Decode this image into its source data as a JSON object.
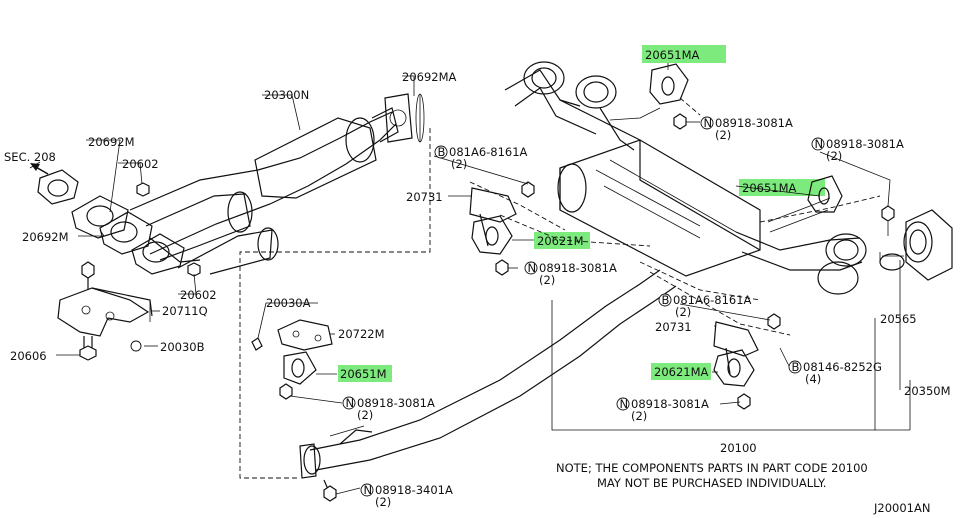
{
  "diagram_id": "J20001AN",
  "note_line1": "NOTE; THE COMPONENTS PARTS IN PART CODE 20100",
  "note_line2": "MAY NOT BE PURCHASED INDIVIDUALLY.",
  "highlight_color": "#7dea7d",
  "labels": {
    "sec208": "SEC. 208",
    "p20692M_a": "20692M",
    "p20692M_b": "20692M",
    "p20602_a": "20602",
    "p20602_b": "20602",
    "p20300N": "20300N",
    "p20692MA": "20692MA",
    "p081A6_a": "081A6-8161A",
    "p081A6_a_qty": "(2)",
    "p20731_a": "20731",
    "p20621M_a": "20621M",
    "p08918_3081A_a": "08918-3081A",
    "p08918_3081A_a_qty": "(2)",
    "p20711Q": "20711Q",
    "p20606": "20606",
    "p20030B": "20030B",
    "p20030A": "20030A",
    "p20722M": "20722M",
    "p20651M": "20651M",
    "p08918_3081A_b": "08918-3081A",
    "p08918_3081A_b_qty": "(2)",
    "p08918_3401A": "08918-3401A",
    "p08918_3401A_qty": "(2)",
    "p20651MA_top": "20651MA",
    "p08918_3081A_top": "08918-3081A",
    "p08918_3081A_top_qty": "(2)",
    "p08918_3081A_right": "08918-3081A",
    "p08918_3081A_right_qty": "(2)",
    "p20651MA_mid": "20651MA",
    "p081A6_b": "081A6-8161A",
    "p081A6_b_qty": "(2)",
    "p20731_b": "20731",
    "p20621MA": "20621MA",
    "p08918_3081A_c": "08918-3081A",
    "p08918_3081A_c_qty": "(2)",
    "p08146": "08146-8252G",
    "p08146_qty": "(4)",
    "p20565": "20565",
    "p20350M": "20350M",
    "p20100": "20100",
    "prefix_N": "N",
    "prefix_B": "B"
  }
}
